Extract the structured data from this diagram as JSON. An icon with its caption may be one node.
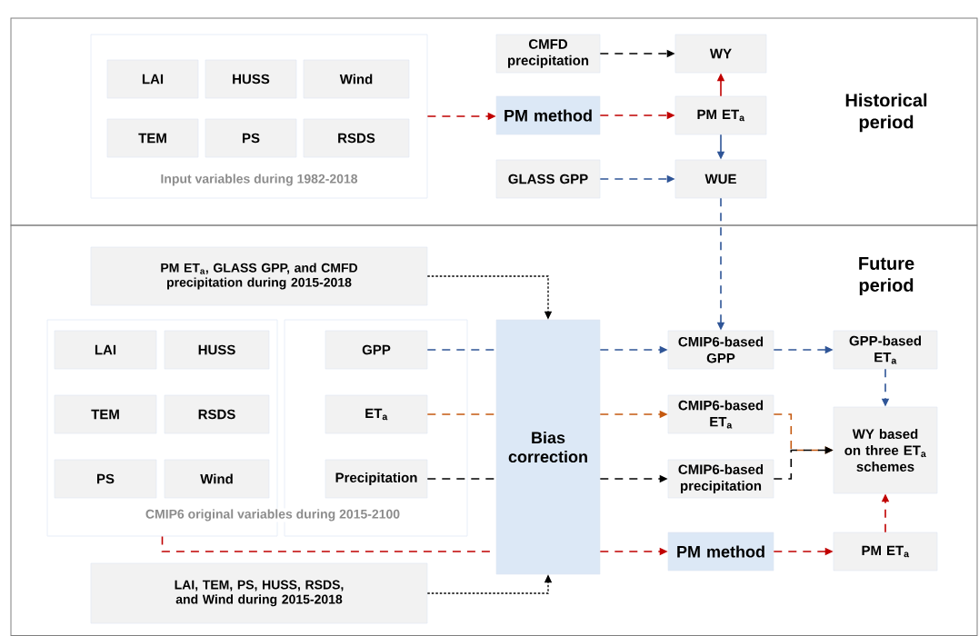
{
  "diagram": {
    "nodes": [
      {
        "text": [
          "Historical period"
        ]
      },
      {
        "text": [
          "Input variables during 1982-2018"
        ],
        "in": 0
      },
      {
        "text": [
          "LAI"
        ],
        "in": 1
      },
      {
        "text": [
          "HUSS"
        ],
        "in": 1
      },
      {
        "text": [
          "Wind"
        ],
        "in": 1
      },
      {
        "text": [
          "TEM"
        ],
        "in": 1
      },
      {
        "text": [
          "PS"
        ],
        "in": 1
      },
      {
        "text": [
          "RSDS"
        ],
        "in": 1
      },
      {
        "text": [
          "CMFD precipitation"
        ],
        "in": 0
      },
      {
        "text": [
          "PM method"
        ],
        "in": 0
      },
      {
        "text": [
          "WY"
        ],
        "in": 0
      },
      {
        "text": [
          "PM ET$_{a}$"
        ],
        "in": 0
      },
      {
        "text": [
          "GLASS GPP"
        ],
        "in": 0
      },
      {
        "text": [
          "WUE"
        ],
        "in": 0
      },
      {
        "text": [
          "Future period"
        ]
      },
      {
        "text": [
          "PM ET$_{a}$, GLASS GPP, and CMFD precipitation during 2015-2018"
        ],
        "in": 14
      },
      {
        "text": [],
        "shape": "box",
        "in": 14
      },
      {
        "text": [
          "LAI"
        ],
        "in": 16
      },
      {
        "text": [
          "HUSS"
        ],
        "in": 16
      },
      {
        "text": [
          "TEM"
        ],
        "in": 16
      },
      {
        "text": [
          "RSDS"
        ],
        "in": 16
      },
      {
        "text": [
          "PS"
        ],
        "in": 16
      },
      {
        "text": [
          "Wind"
        ],
        "in": 16
      },
      {
        "text": [],
        "shape": "box",
        "in": 14
      },
      {
        "text": [
          "GPP"
        ],
        "in": 23
      },
      {
        "text": [
          "ET$_{a}$"
        ],
        "in": 23
      },
      {
        "text": [
          "Precipitation"
        ],
        "in": 23
      },
      {
        "text": [
          "Bias correction"
        ],
        "in": 14
      },
      {
        "text": [
          "CMIP6-based GPP"
        ],
        "in": 14
      },
      {
        "text": [
          "CMIP6-based ET$_{a}$"
        ],
        "in": 14
      },
      {
        "text": [
          "CMIP6-based precipitation"
        ],
        "in": 14
      },
      {
        "text": [
          "PM method"
        ],
        "in": 14
      },
      {
        "text": [
          "GPP-based ET$_{a}$"
        ],
        "in": 14
      },
      {
        "text": [
          "WY based on three ET$_{a}$ schemes"
        ],
        "in": 14
      },
      {
        "text": [
          "PM ET$_{a}$"
        ],
        "in": 14
      },
      {
        "text": [
          "LAI, TEM, PS, HUSS, RSDS, and Wind during 2015-2018"
        ],
        "in": 14
      }
    ],
    "edges": [
      {
        "from": 1,
        "to": 9,
        "arrow": "to",
        "style": "dashed",
        "color": "#c00000"
      },
      {
        "from": 8,
        "to": 10,
        "arrow": "to",
        "style": "dashed",
        "color": "#000000"
      },
      {
        "from": 9,
        "to": 11,
        "arrow": "to",
        "style": "dashed",
        "color": "#c00000"
      },
      {
        "from": 11,
        "to": 10,
        "arrow": "to",
        "color": "#c00000"
      },
      {
        "from": 11,
        "to": 13,
        "arrow": "to",
        "color": "#2f5597"
      },
      {
        "from": 12,
        "to": 13,
        "arrow": "to",
        "style": "dashed",
        "color": "#2f5597"
      },
      {
        "from": 13,
        "to": 28,
        "arrow": "to",
        "style": "dashed",
        "color": "#2f5597"
      },
      {
        "from": 15,
        "to": 27,
        "arrow": "to",
        "style": "dashed",
        "color": "#000000"
      },
      {
        "from": 24,
        "to": 27,
        "arrow": "none",
        "style": "dashed",
        "color": "#2f5597"
      },
      {
        "from": 27,
        "to": 28,
        "arrow": "to",
        "style": "dashed",
        "color": "#2f5597"
      },
      {
        "from": 25,
        "to": 27,
        "arrow": "none",
        "style": "dashed",
        "color": "#c55a11"
      },
      {
        "from": 27,
        "to": 29,
        "arrow": "to",
        "style": "dashed",
        "color": "#c55a11"
      },
      {
        "from": 26,
        "to": 27,
        "arrow": "none",
        "style": "dashed",
        "color": "#000000"
      },
      {
        "from": 27,
        "to": 30,
        "arrow": "to",
        "style": "dashed",
        "color": "#000000"
      },
      {
        "from": 16,
        "to": 27,
        "arrow": "none",
        "style": "dashed",
        "color": "#c00000"
      },
      {
        "from": 27,
        "to": 31,
        "arrow": "to",
        "style": "dashed",
        "color": "#c00000"
      },
      {
        "from": 35,
        "to": 27,
        "arrow": "to",
        "style": "dashed",
        "color": "#000000"
      },
      {
        "from": 28,
        "to": 32,
        "arrow": "to",
        "style": "dashed",
        "color": "#2f5597"
      },
      {
        "from": 29,
        "to": 33,
        "arrow": "to",
        "style": "dashed",
        "color": "#c55a11"
      },
      {
        "from": 30,
        "to": 33,
        "arrow": "to",
        "style": "dashed",
        "color": "#000000"
      },
      {
        "from": 32,
        "to": 33,
        "arrow": "to",
        "style": "dashed",
        "color": "#2f5597"
      },
      {
        "from": 31,
        "to": 34,
        "arrow": "to",
        "style": "dashed",
        "color": "#c00000"
      },
      {
        "from": 34,
        "to": 33,
        "arrow": "to",
        "style": "dashed",
        "color": "#c00000"
      }
    ],
    "labels": [
      "CMIP6 original variables during 2015-2100"
    ]
  }
}
